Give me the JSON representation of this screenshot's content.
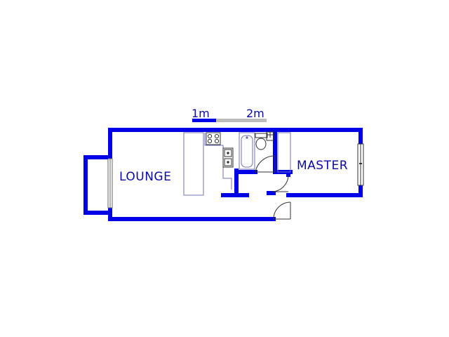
{
  "scale_bar": {
    "label_1": "1m",
    "label_2": "2m"
  },
  "rooms": {
    "lounge": "LOUNGE",
    "master": "MASTER"
  },
  "colors": {
    "wall": "#0000e6",
    "fixture": "#7070b8",
    "fixture_dark": "#333333",
    "scale_grey": "#bdbdbd",
    "label": "#0a0aa8",
    "background": "#ffffff"
  },
  "icons": [
    "stove-icon",
    "sink-icon",
    "bathtub-icon",
    "toilet-icon",
    "basin-icon",
    "door-swing-icon",
    "window-icon"
  ]
}
